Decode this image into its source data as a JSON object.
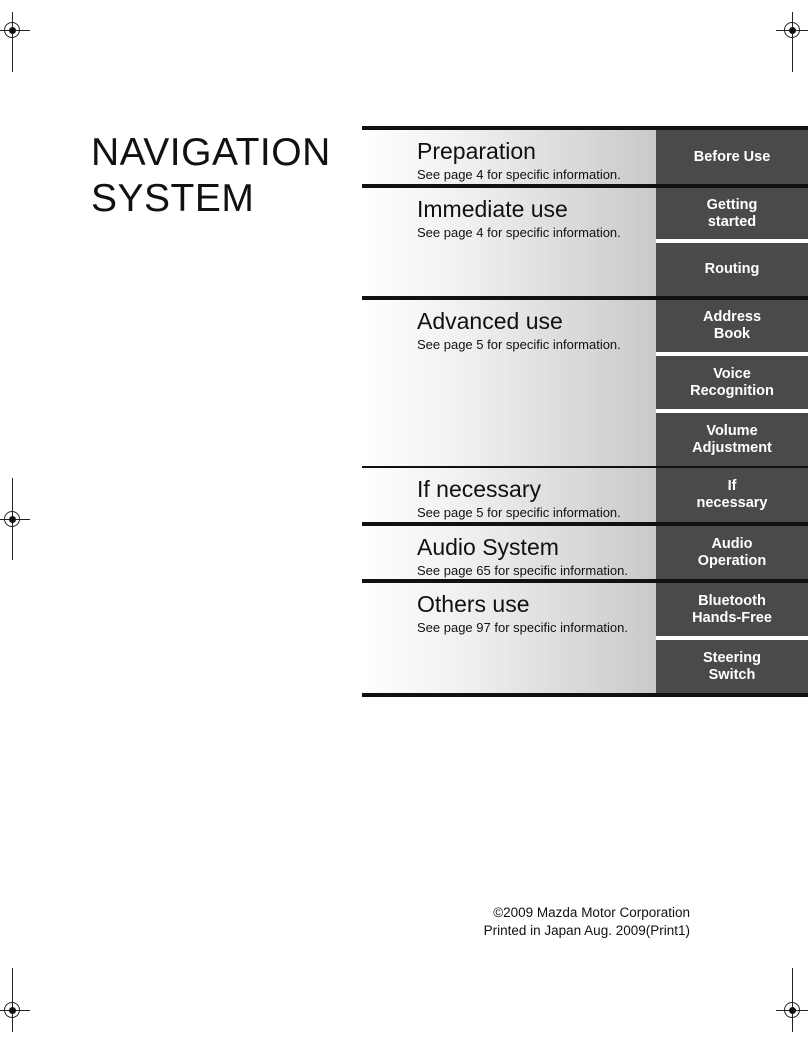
{
  "title": [
    "NAVIGATION",
    "SYSTEM"
  ],
  "sections": [
    {
      "title": "Preparation",
      "subtitle": "See page  4  for specific information."
    },
    {
      "title": "Immediate use",
      "subtitle": "See page  4  for specific information."
    },
    {
      "title": "Advanced use",
      "subtitle": "See page  5  for specific information."
    },
    {
      "title": "If necessary",
      "subtitle": "See page  5  for specific information."
    },
    {
      "title": "Audio System",
      "subtitle": "See page 65 for specific information."
    },
    {
      "title": "Others use",
      "subtitle": "See page 97 for specific information."
    }
  ],
  "tabs": [
    "Before Use",
    "Getting\nstarted",
    "Routing",
    "Address\nBook",
    "Voice\nRecognition",
    "Volume\nAdjustment",
    "If\nnecessary",
    "Audio\nOperation",
    "Bluetooth\nHands-Free",
    "Steering\nSwitch"
  ],
  "footer": [
    "©2009 Mazda Motor Corporation",
    "Printed in Japan Aug. 2009(Print1)"
  ],
  "colors": {
    "tab_background": "#4a4a4a",
    "tab_text": "#ffffff",
    "rule": "#111111"
  },
  "icons": [
    "registration-mark-icon"
  ]
}
